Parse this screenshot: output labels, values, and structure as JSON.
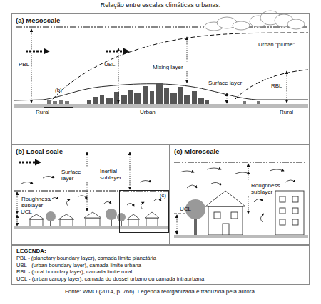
{
  "diagram": {
    "title": "Relação entre escalas climáticas urbanas.",
    "caption": "Fonte: WMO (2014, p. 766). Legenda reorganizada e traduzida pela autora.",
    "nodes": [
      {
        "text": [
          "(a) Mesoscale"
        ]
      },
      {
        "text": [
          "(b)"
        ],
        "in": 0
      },
      {
        "text": [
          "(b) Local scale"
        ]
      },
      {
        "text": [
          "(c)"
        ],
        "in": 2
      },
      {
        "text": [
          "(c) Microscale"
        ]
      },
      {
        "text": [
          "LEGENDA:",
          "PBL - (planetary boundary layer), camada limite planetária",
          "UBL - (urban boundary layer), camada limite urbana",
          "RBL - (rural boundary layer), camada limite rural",
          "UCL - (urban canopy layer), camada do dossel urbano ou camada intraurbana"
        ]
      }
    ],
    "labels": [
      "PBL",
      "UBL",
      "Mixing layer",
      "Urban “plume”",
      "Surface layer",
      "RBL",
      "Rural",
      "Urban",
      "Rural",
      "Surface layer",
      "Inertial sublayer",
      "Roughness sublayer",
      "UCL",
      "Roughness sublayer",
      "UCL"
    ]
  }
}
